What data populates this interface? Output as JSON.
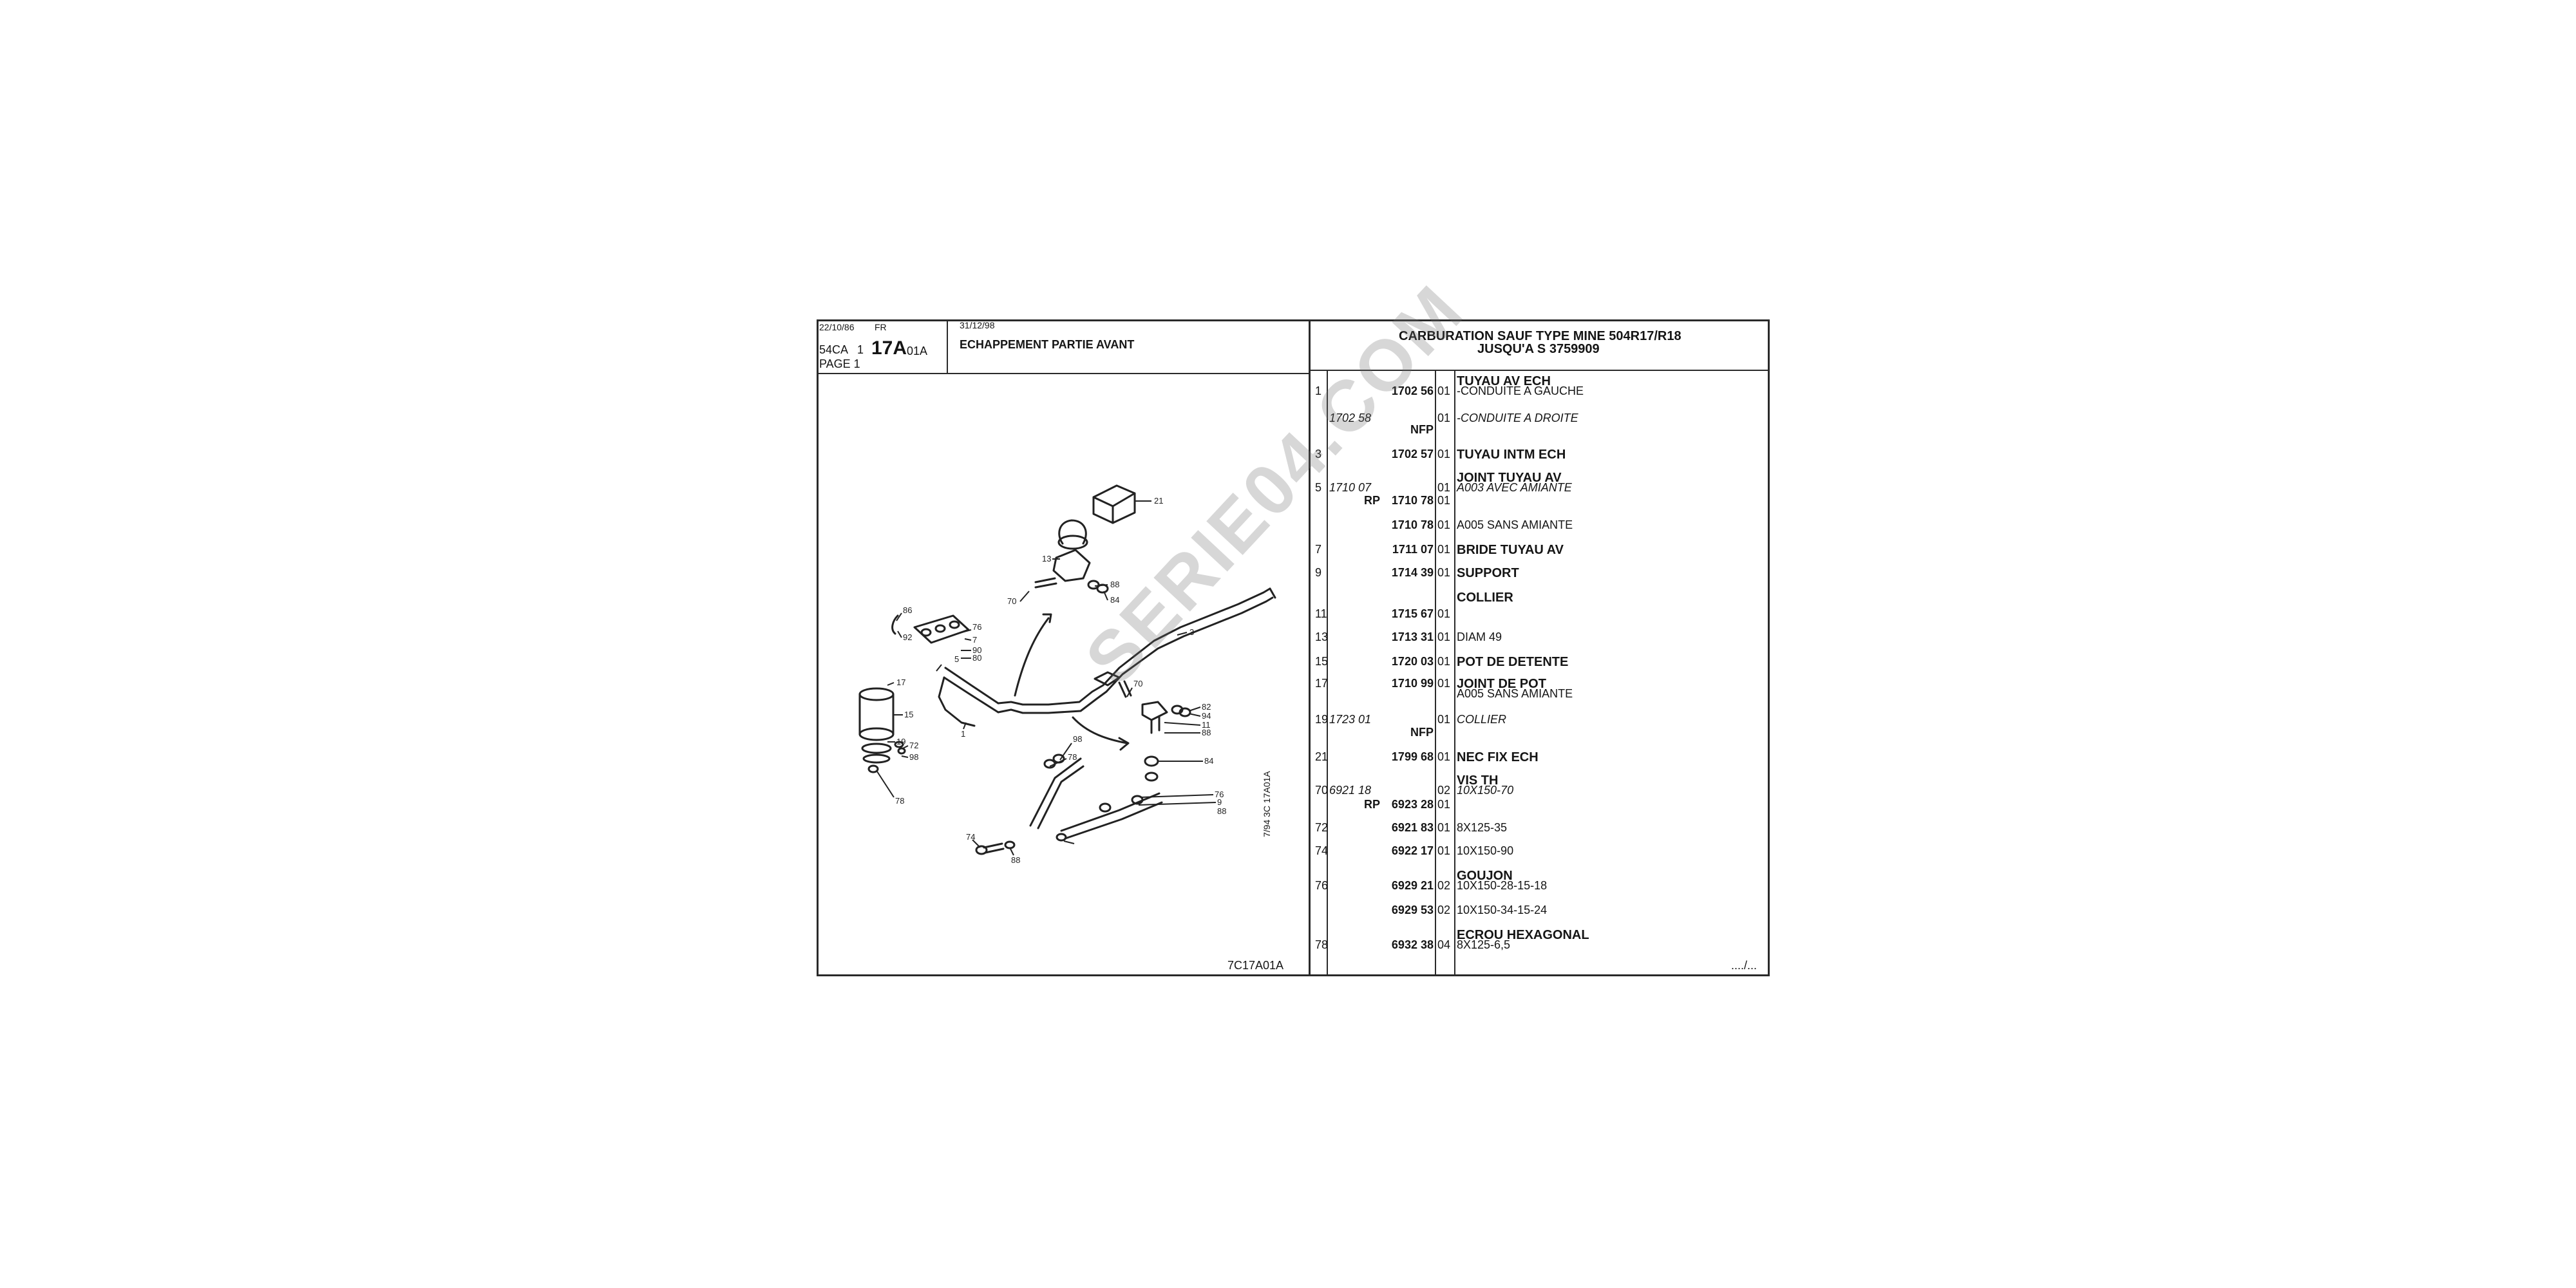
{
  "header": {
    "date_left": "22/10/86",
    "lang": "FR",
    "model": "54CA",
    "model_suffix": "1",
    "group_code": "17A",
    "group_sub": "01A",
    "page": "PAGE 1",
    "date_right": "31/12/98",
    "section_title": "ECHAPPEMENT PARTIE AVANT",
    "condition_line1": "CARBURATION SAUF TYPE MINE 504R17/R18",
    "condition_line2": "JUSQU'A  S  3759909"
  },
  "diagram": {
    "reference_code": "7C17A01A",
    "side_stamp": "7/94   3C   17A01A",
    "callouts": [
      "21",
      "13",
      "88",
      "84",
      "70",
      "3",
      "86",
      "92",
      "76",
      "7",
      "5",
      "90",
      "80",
      "17",
      "15",
      "19",
      "72",
      "98",
      "78",
      "1",
      "70",
      "82",
      "94",
      "11",
      "88",
      "84",
      "98",
      "78",
      "76",
      "74",
      "88",
      "9",
      "88"
    ]
  },
  "parts": [
    {
      "num": "",
      "alt": "",
      "rp": "",
      "ref": "",
      "qty": "",
      "lines": [
        {
          "t": "TUYAU AV ECH",
          "style": "b"
        }
      ]
    },
    {
      "num": "1",
      "alt": "",
      "rp": "",
      "ref": "1702  56",
      "qty": "01",
      "lines": [
        {
          "t": "-CONDUITE A GAUCHE",
          "style": ""
        }
      ]
    },
    {
      "num": "",
      "alt": "1702  58",
      "rp": "",
      "ref": "",
      "qty": "01",
      "lines": [
        {
          "t": "-CONDUITE A DROITE",
          "style": "it"
        }
      ]
    },
    {
      "num": "",
      "alt": "",
      "rp": "",
      "ref": "NFP",
      "qty": "",
      "lines": []
    },
    {
      "num": "3",
      "alt": "",
      "rp": "",
      "ref": "1702  57",
      "qty": "01",
      "lines": [
        {
          "t": "TUYAU INTM ECH",
          "style": "b"
        }
      ]
    },
    {
      "num": "",
      "alt": "",
      "rp": "",
      "ref": "",
      "qty": "",
      "lines": [
        {
          "t": "JOINT TUYAU AV",
          "style": "b"
        }
      ]
    },
    {
      "num": "5",
      "alt": "1710  07",
      "rp": "",
      "ref": "",
      "qty": "01",
      "lines": [
        {
          "t": "A003 AVEC AMIANTE",
          "style": "it"
        }
      ]
    },
    {
      "num": "",
      "alt": "",
      "rp": "RP",
      "ref": "1710  78",
      "qty": "01",
      "lines": []
    },
    {
      "num": "",
      "alt": "",
      "rp": "",
      "ref": "1710  78",
      "qty": "01",
      "lines": [
        {
          "t": "A005 SANS AMIANTE",
          "style": ""
        }
      ]
    },
    {
      "num": "7",
      "alt": "",
      "rp": "",
      "ref": "1711  07",
      "qty": "01",
      "lines": [
        {
          "t": "BRIDE TUYAU AV",
          "style": "b"
        }
      ]
    },
    {
      "num": "9",
      "alt": "",
      "rp": "",
      "ref": "1714  39",
      "qty": "01",
      "lines": [
        {
          "t": "SUPPORT",
          "style": "b"
        }
      ]
    },
    {
      "num": "",
      "alt": "",
      "rp": "",
      "ref": "",
      "qty": "",
      "lines": [
        {
          "t": "COLLIER",
          "style": "b"
        }
      ]
    },
    {
      "num": "11",
      "alt": "",
      "rp": "",
      "ref": "1715  67",
      "qty": "01",
      "lines": []
    },
    {
      "num": "13",
      "alt": "",
      "rp": "",
      "ref": "1713  31",
      "qty": "01",
      "lines": [
        {
          "t": "DIAM 49",
          "style": ""
        }
      ]
    },
    {
      "num": "15",
      "alt": "",
      "rp": "",
      "ref": "1720  03",
      "qty": "01",
      "lines": [
        {
          "t": "POT DE DETENTE",
          "style": "b"
        }
      ]
    },
    {
      "num": "17",
      "alt": "",
      "rp": "",
      "ref": "1710  99",
      "qty": "01",
      "lines": [
        {
          "t": "JOINT DE POT",
          "style": "b"
        }
      ]
    },
    {
      "num": "",
      "alt": "",
      "rp": "",
      "ref": "",
      "qty": "",
      "lines": [
        {
          "t": "A005 SANS AMIANTE",
          "style": ""
        }
      ]
    },
    {
      "num": "19",
      "alt": "1723  01",
      "rp": "",
      "ref": "",
      "qty": "01",
      "lines": [
        {
          "t": "COLLIER",
          "style": "it"
        }
      ]
    },
    {
      "num": "",
      "alt": "",
      "rp": "",
      "ref": "NFP",
      "qty": "",
      "lines": []
    },
    {
      "num": "21",
      "alt": "",
      "rp": "",
      "ref": "1799  68",
      "qty": "01",
      "lines": [
        {
          "t": "NEC FIX ECH",
          "style": "b"
        }
      ]
    },
    {
      "num": "",
      "alt": "",
      "rp": "",
      "ref": "",
      "qty": "",
      "lines": [
        {
          "t": "VIS TH",
          "style": "b"
        }
      ]
    },
    {
      "num": "70",
      "alt": "6921  18",
      "rp": "",
      "ref": "",
      "qty": "02",
      "lines": [
        {
          "t": "10X150-70",
          "style": "it"
        }
      ]
    },
    {
      "num": "",
      "alt": "",
      "rp": "RP",
      "ref": "6923  28",
      "qty": "01",
      "lines": []
    },
    {
      "num": "72",
      "alt": "",
      "rp": "",
      "ref": "6921  83",
      "qty": "01",
      "lines": [
        {
          "t": "8X125-35",
          "style": ""
        }
      ]
    },
    {
      "num": "74",
      "alt": "",
      "rp": "",
      "ref": "6922  17",
      "qty": "01",
      "lines": [
        {
          "t": "10X150-90",
          "style": ""
        }
      ]
    },
    {
      "num": "",
      "alt": "",
      "rp": "",
      "ref": "",
      "qty": "",
      "lines": [
        {
          "t": "GOUJON",
          "style": "b"
        }
      ]
    },
    {
      "num": "76",
      "alt": "",
      "rp": "",
      "ref": "6929  21",
      "qty": "02",
      "lines": [
        {
          "t": "10X150-28-15-18",
          "style": ""
        }
      ]
    },
    {
      "num": "",
      "alt": "",
      "rp": "",
      "ref": "6929  53",
      "qty": "02",
      "lines": [
        {
          "t": "10X150-34-15-24",
          "style": ""
        }
      ]
    },
    {
      "num": "",
      "alt": "",
      "rp": "",
      "ref": "",
      "qty": "",
      "lines": [
        {
          "t": "ECROU HEXAGONAL",
          "style": "b"
        }
      ]
    },
    {
      "num": "78",
      "alt": "",
      "rp": "",
      "ref": "6932  38",
      "qty": "04",
      "lines": [
        {
          "t": "8X125-6,5",
          "style": ""
        }
      ]
    }
  ],
  "footer": {
    "continued": "..../..."
  },
  "watermark": "SERIE04.COM"
}
